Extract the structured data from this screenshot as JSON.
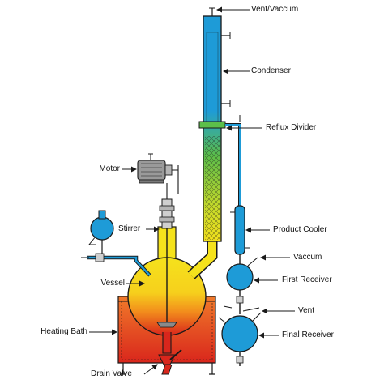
{
  "labels": {
    "vent_vaccum": "Vent/Vaccum",
    "condenser": "Condenser",
    "reflux_divider": "Reflux Divider",
    "motor": "Motor",
    "stirrer": "Stirrer",
    "product_cooler": "Product Cooler",
    "vaccum": "Vaccum",
    "vessel": "Vessel",
    "first_receiver": "First Receiver",
    "vent": "Vent",
    "heating_bath": "Heating Bath",
    "final_receiver": "Final Receiver",
    "drain_valve": "Drain Valve"
  },
  "colors": {
    "outline": "#1a1a1a",
    "blue": "#1e9bd7",
    "green": "#5cbf4a",
    "yellow": "#f5e21c",
    "orange": "#f28c1c",
    "red": "#d9261c",
    "bath": "#e23a22",
    "grey": "#9a9a9a"
  }
}
